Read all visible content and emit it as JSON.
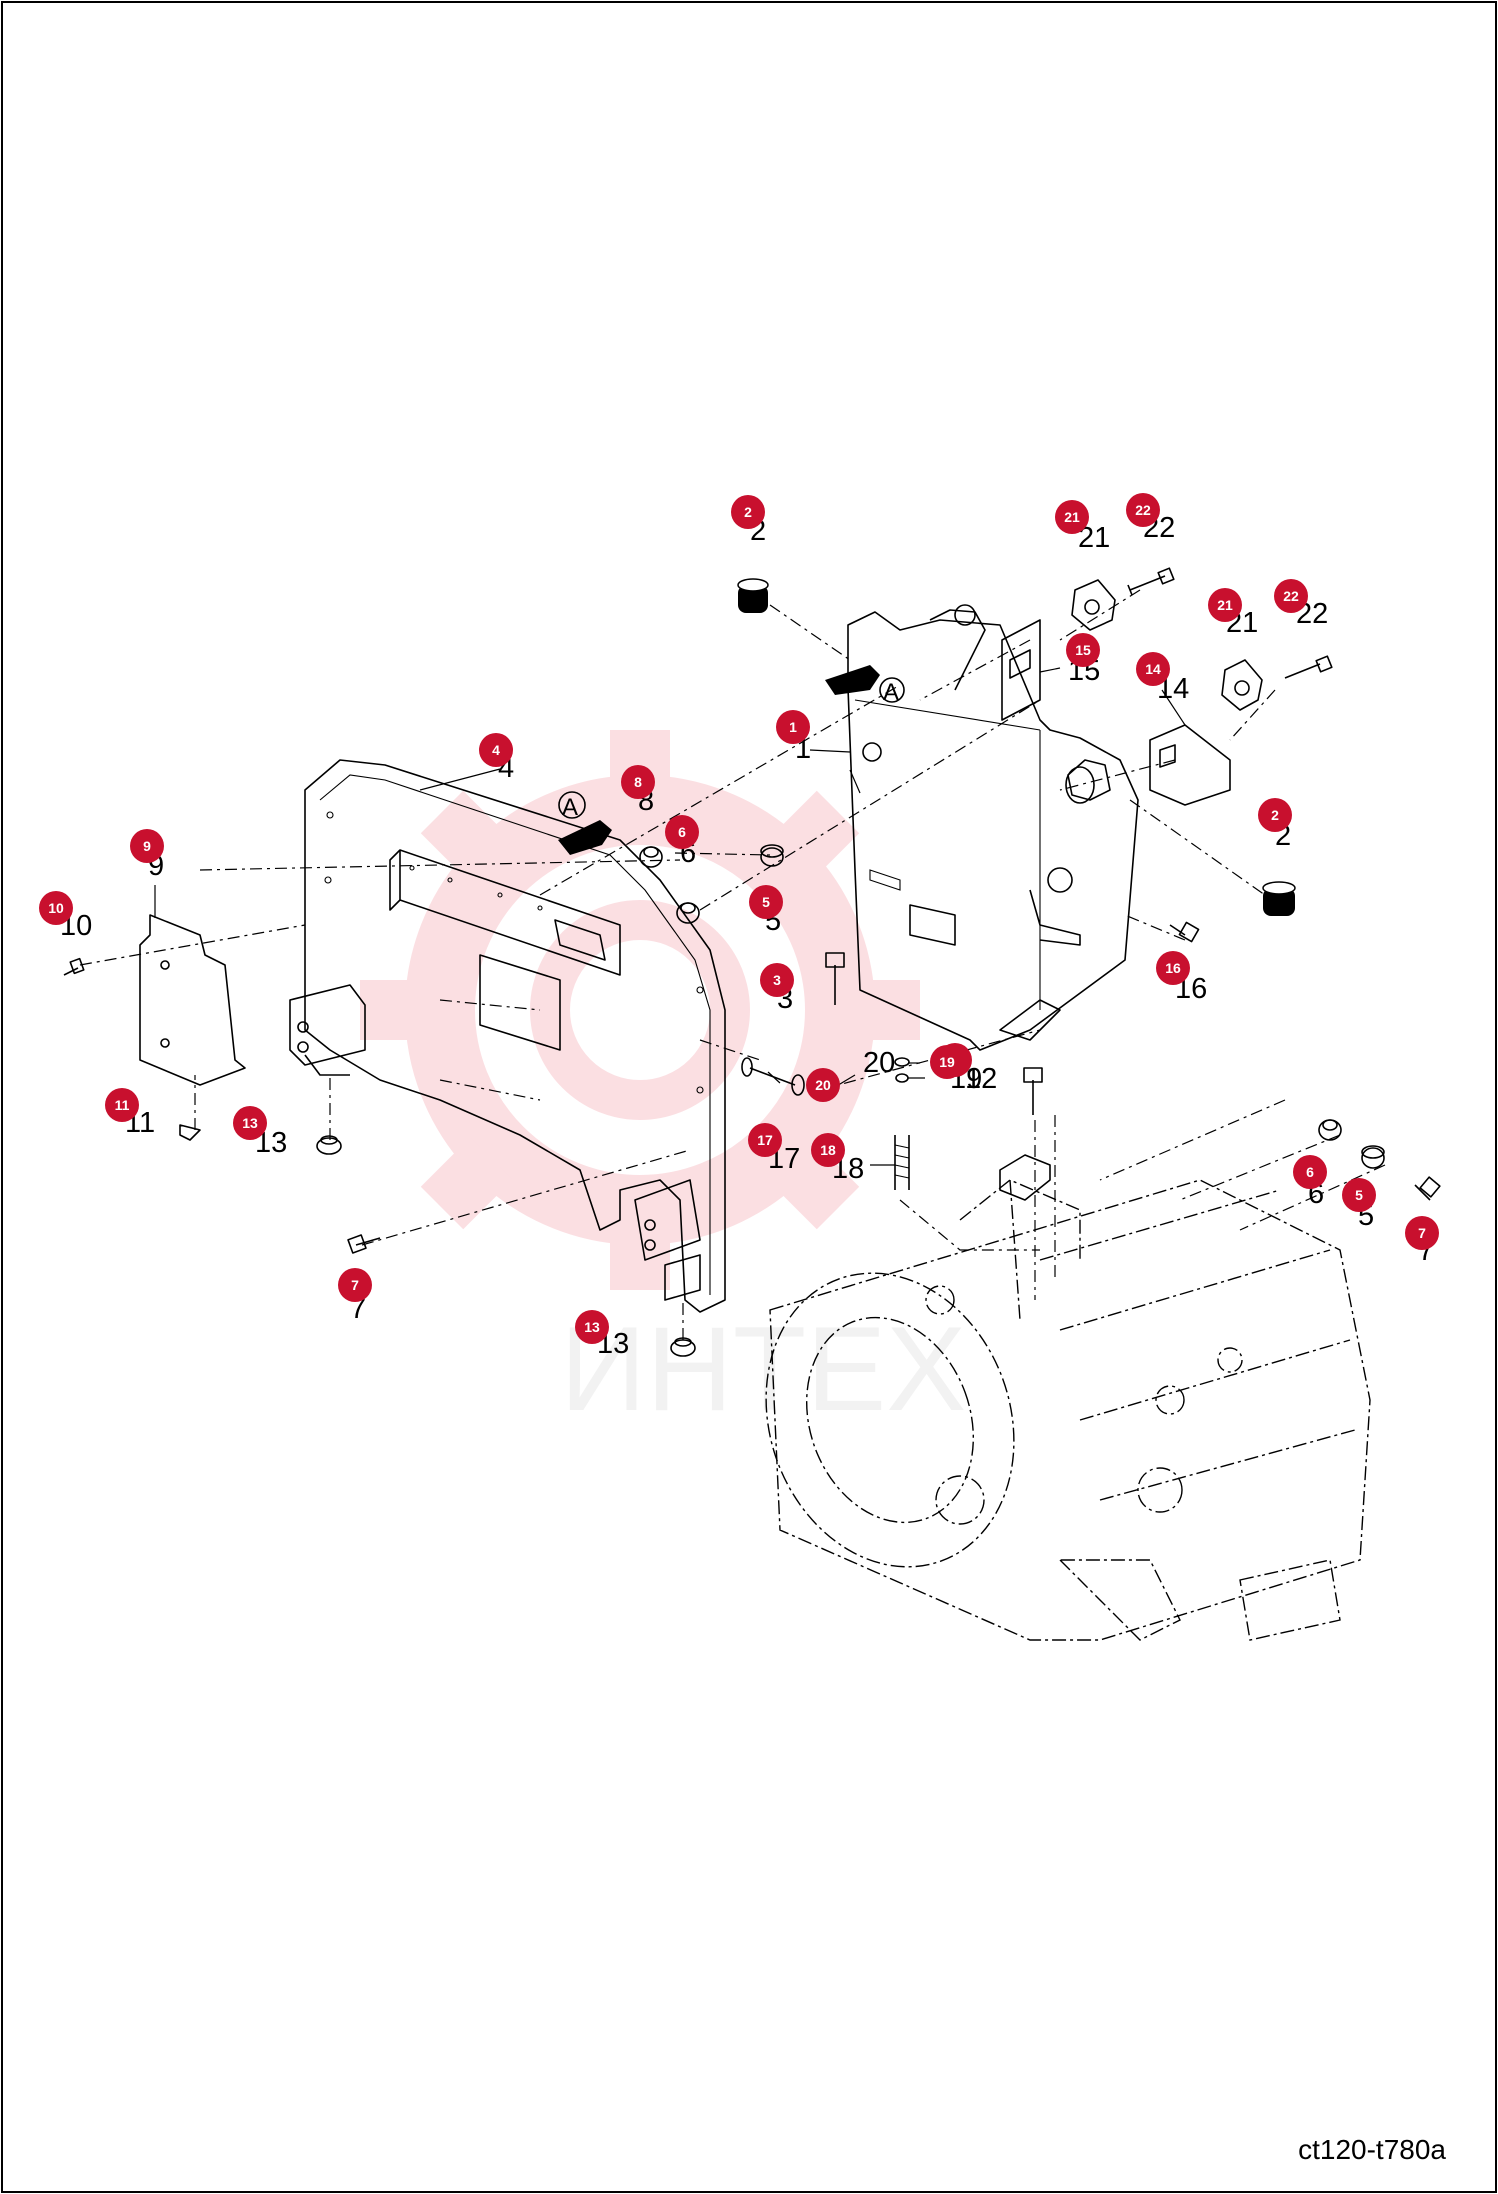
{
  "figure_ref": "ct120-t780a",
  "watermark_text": "ИНТЕХ",
  "view_marker": "A",
  "accent_color": "#c8102e",
  "callouts": [
    {
      "id": "1",
      "label": "1"
    },
    {
      "id": "2a",
      "label": "2"
    },
    {
      "id": "2b",
      "label": "2"
    },
    {
      "id": "3",
      "label": "3"
    },
    {
      "id": "4",
      "label": "4"
    },
    {
      "id": "5a",
      "label": "5"
    },
    {
      "id": "5b",
      "label": "5"
    },
    {
      "id": "6a",
      "label": "6"
    },
    {
      "id": "6b",
      "label": "6"
    },
    {
      "id": "7a",
      "label": "7"
    },
    {
      "id": "7b",
      "label": "7"
    },
    {
      "id": "8",
      "label": "8"
    },
    {
      "id": "9",
      "label": "9"
    },
    {
      "id": "10",
      "label": "10"
    },
    {
      "id": "11",
      "label": "11"
    },
    {
      "id": "12",
      "label": "12"
    },
    {
      "id": "13a",
      "label": "13"
    },
    {
      "id": "13b",
      "label": "13"
    },
    {
      "id": "14",
      "label": "14"
    },
    {
      "id": "15",
      "label": "15"
    },
    {
      "id": "16",
      "label": "16"
    },
    {
      "id": "17",
      "label": "17"
    },
    {
      "id": "18",
      "label": "18"
    },
    {
      "id": "19",
      "label": "19"
    },
    {
      "id": "20",
      "label": "20"
    },
    {
      "id": "21a",
      "label": "21"
    },
    {
      "id": "21b",
      "label": "21"
    },
    {
      "id": "22a",
      "label": "22"
    },
    {
      "id": "22b",
      "label": "22"
    }
  ]
}
